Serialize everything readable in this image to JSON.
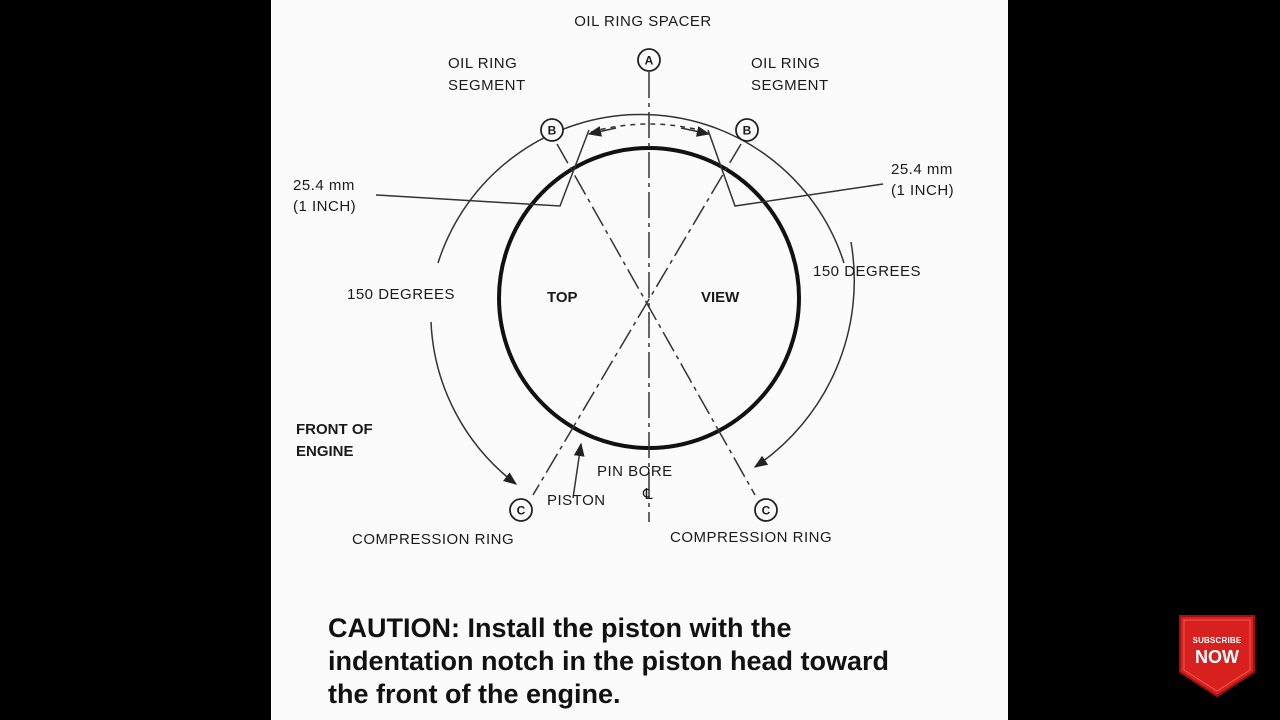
{
  "diagram": {
    "label_oil_ring_spacer": "OIL RING SPACER",
    "label_oil_ring_segment_left": [
      "OIL RING",
      "SEGMENT"
    ],
    "label_oil_ring_segment_right": [
      "OIL RING",
      "SEGMENT"
    ],
    "label_offset_left": [
      "25.4 mm",
      "(1 INCH)"
    ],
    "label_offset_right": [
      "25.4 mm",
      "(1 INCH)"
    ],
    "label_degrees_left": "150 DEGREES",
    "label_degrees_right": "150 DEGREES",
    "label_top": "TOP",
    "label_view": "VIEW",
    "label_front_of_engine": [
      "FRONT OF",
      "ENGINE"
    ],
    "label_pin_bore": "PIN BORE",
    "label_piston": "PISTON",
    "label_compression_ring_left": "COMPRESSION RING",
    "label_compression_ring_right": "COMPRESSION RING",
    "marker_a": "A",
    "marker_b": "B",
    "marker_c": "C",
    "centerline_symbol": "℄"
  },
  "caution": {
    "lines": [
      "CAUTION: Install the piston with the",
      "indentation notch in the piston head toward",
      "the front of the engine."
    ]
  },
  "subscribe_badge": {
    "line1": "SUBSCRIBE",
    "line2": "NOW",
    "color": "#d8211f"
  }
}
